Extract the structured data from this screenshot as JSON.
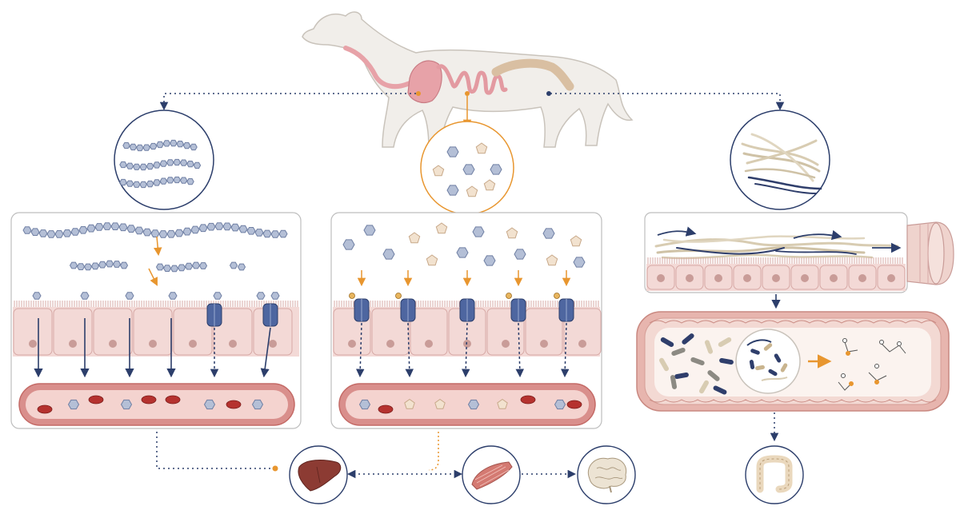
{
  "colors": {
    "navy": "#2c3e6b",
    "orange": "#e8962f",
    "dog_body": "#f1eeea",
    "dog_outline": "#c9c3bb",
    "gut_pink": "#e7a2a8",
    "colon_tan": "#d9bfa2",
    "cell_fill": "#f3d9d6",
    "cell_stroke": "#d7a9a6",
    "nucleus": "#c99c98",
    "vessel_outer": "#d98f8c",
    "vessel_wall": "#c46a66",
    "vessel_inner": "#f4d3cf",
    "rbc": "#b5322f",
    "hexagon": "#b4bfd6",
    "hexagon_stroke": "#6f7fa3",
    "pentagon": "#f2e2cf",
    "pentagon_stroke": "#c8a98a",
    "transporter": "#4e66a0",
    "fiber": "#d8ccb2",
    "fiber_dark": "#2f3e6b",
    "panel_border": "#bdbdbd",
    "liver": "#8c3b33",
    "muscle": "#d47a72",
    "brain": "#ece3d3",
    "colon_icon": "#ead8bd"
  },
  "elements": {
    "dog": "dog-silhouette-with-digestive-tract",
    "starch_zoom": "glucose-chain-circle",
    "sugar_zoom": "monosaccharide-circle",
    "fiber_zoom": "fiber-strands-circle",
    "panel_left": "starch-digestion-panel",
    "panel_center": "sugar-absorption-panel",
    "panel_right_top": "fiber-transit-panel",
    "panel_right_bottom": "colon-fermentation-panel",
    "organs": [
      "liver-icon",
      "muscle-icon",
      "brain-icon",
      "colon-icon"
    ]
  },
  "text": {}
}
